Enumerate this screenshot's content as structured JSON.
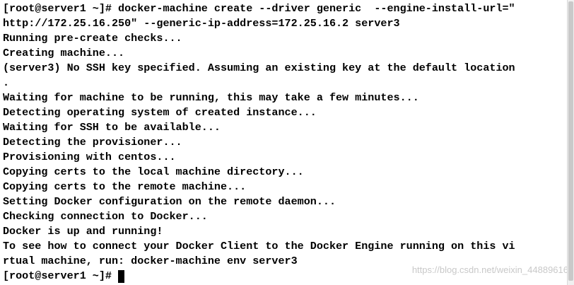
{
  "terminal": {
    "lines": [
      "[root@server1 ~]# docker-machine create --driver generic  --engine-install-url=\"",
      "http://172.25.16.250\" --generic-ip-address=172.25.16.2 server3",
      "Running pre-create checks...",
      "Creating machine...",
      "(server3) No SSH key specified. Assuming an existing key at the default location",
      ".",
      "Waiting for machine to be running, this may take a few minutes...",
      "Detecting operating system of created instance...",
      "Waiting for SSH to be available...",
      "Detecting the provisioner...",
      "Provisioning with centos...",
      "Copying certs to the local machine directory...",
      "Copying certs to the remote machine...",
      "Setting Docker configuration on the remote daemon...",
      "Checking connection to Docker...",
      "Docker is up and running!",
      "To see how to connect your Docker Client to the Docker Engine running on this vi",
      "rtual machine, run: docker-machine env server3"
    ],
    "prompt": "[root@server1 ~]#"
  },
  "watermark": {
    "text": "https://blog.csdn.net/weixin_44889616"
  },
  "colors": {
    "background": "#ffffff",
    "foreground": "#000000"
  }
}
